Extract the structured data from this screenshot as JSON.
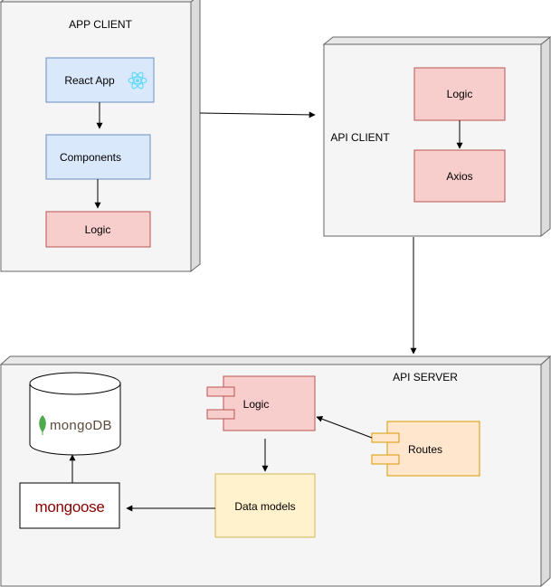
{
  "containers": {
    "app_client": "APP CLIENT",
    "api_client": "API CLIENT",
    "api_server": "API SERVER"
  },
  "nodes": {
    "react_app": "React App",
    "components": "Components",
    "app_logic": "Logic",
    "api_client_logic": "Logic",
    "axios": "Axios",
    "server_logic": "Logic",
    "routes": "Routes",
    "data_models": "Data models"
  },
  "logos": {
    "mongodb": "mongoDB",
    "mongoose": "mongoose"
  },
  "colors": {
    "container_fill": "#f5f5f5",
    "container_side": "#dcdcdc",
    "blue_fill": "#dae8fc",
    "blue_stroke": "#6c8ebf",
    "red_fill": "#f8cecc",
    "red_stroke": "#b85450",
    "orange_fill": "#ffe6cc",
    "orange_stroke": "#d79b00",
    "yellow_fill": "#fff2cc",
    "yellow_stroke": "#d6b656",
    "react_blue": "#61dafb",
    "mongo_green": "#4fa94d",
    "mongoose_red": "#880000"
  },
  "icons": {
    "react": "react-atom-icon",
    "mongo_leaf": "mongodb-leaf-icon"
  }
}
